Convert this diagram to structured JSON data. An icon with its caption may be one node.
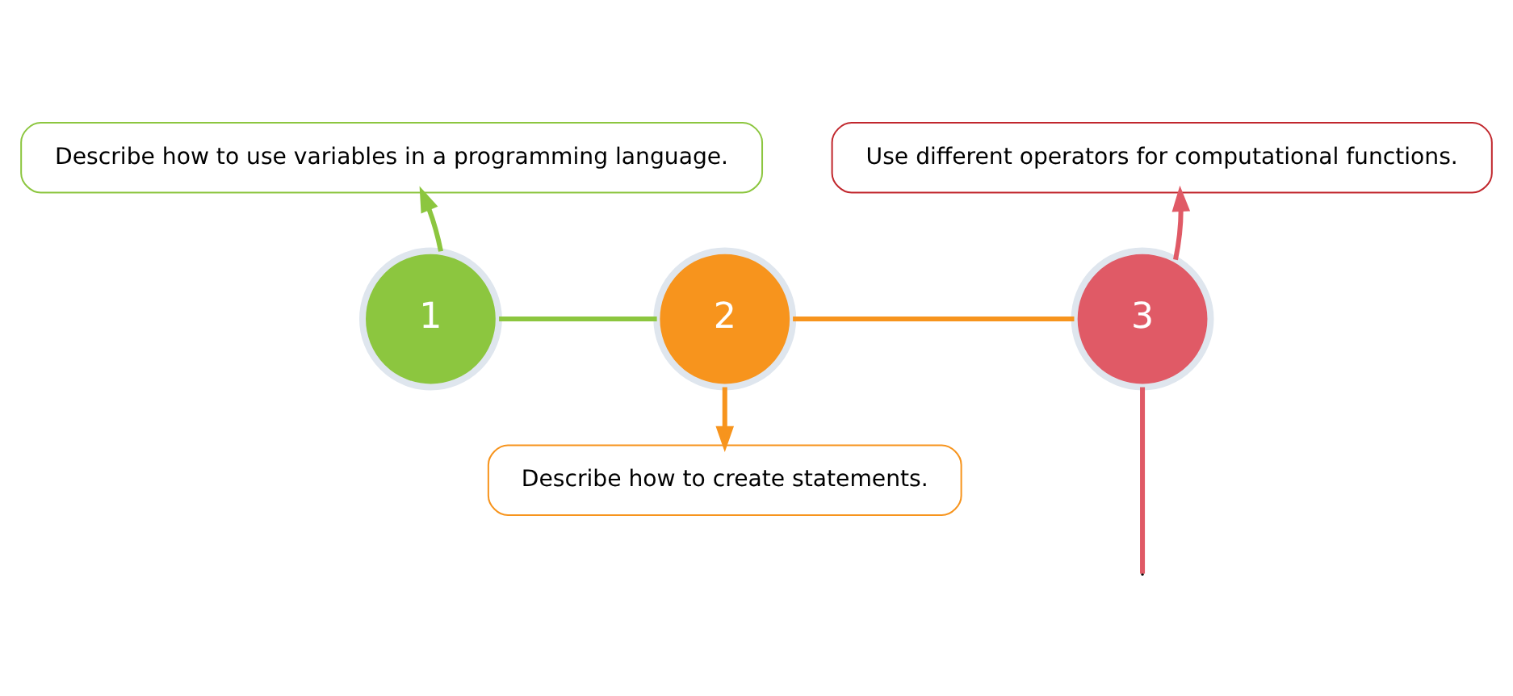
{
  "diagram": {
    "nodes": [
      {
        "text": [
          "Describe how to use variables in a programming language."
        ]
      },
      {
        "text": [
          "Use different operators for computational functions."
        ]
      },
      {
        "text": [
          "1"
        ]
      },
      {
        "text": [
          "2"
        ]
      },
      {
        "text": [
          "3"
        ]
      },
      {
        "text": [
          "Describe how to create statements."
        ]
      }
    ],
    "edges": [
      {
        "from": 2,
        "to": 0,
        "arrow": "to",
        "color": "#8cc63f"
      },
      {
        "from": 2,
        "to": 3,
        "arrow": "none",
        "color": "#8cc63f"
      },
      {
        "from": 3,
        "to": 4,
        "arrow": "none",
        "color": "#f7941d"
      },
      {
        "from": 3,
        "to": 5,
        "arrow": "to",
        "color": "#f7941d"
      },
      {
        "from": 4,
        "to": 1,
        "arrow": "to",
        "color": "#e05a66"
      },
      {
        "from": 4,
        "to": null,
        "arrow": "none",
        "color": "#e05a66"
      }
    ]
  }
}
